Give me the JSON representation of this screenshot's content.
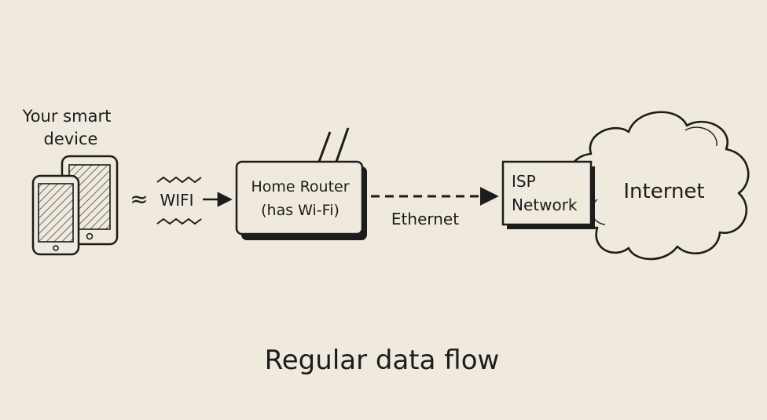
{
  "device": {
    "label_line1": "Your smart",
    "label_line2": "device"
  },
  "wifi_link": {
    "symbol": "≈",
    "label": "WIFI"
  },
  "router": {
    "line1": "Home Router",
    "line2": "(has Wi-Fi)"
  },
  "ethernet_link": {
    "label": "Ethernet"
  },
  "isp": {
    "line1": "ISP",
    "line2": "Network"
  },
  "internet": {
    "label": "Internet"
  },
  "caption": "Regular data flow",
  "colors": {
    "background": "#efeadd",
    "ink": "#1c1c1c",
    "hatch": "#4a4a4a"
  }
}
